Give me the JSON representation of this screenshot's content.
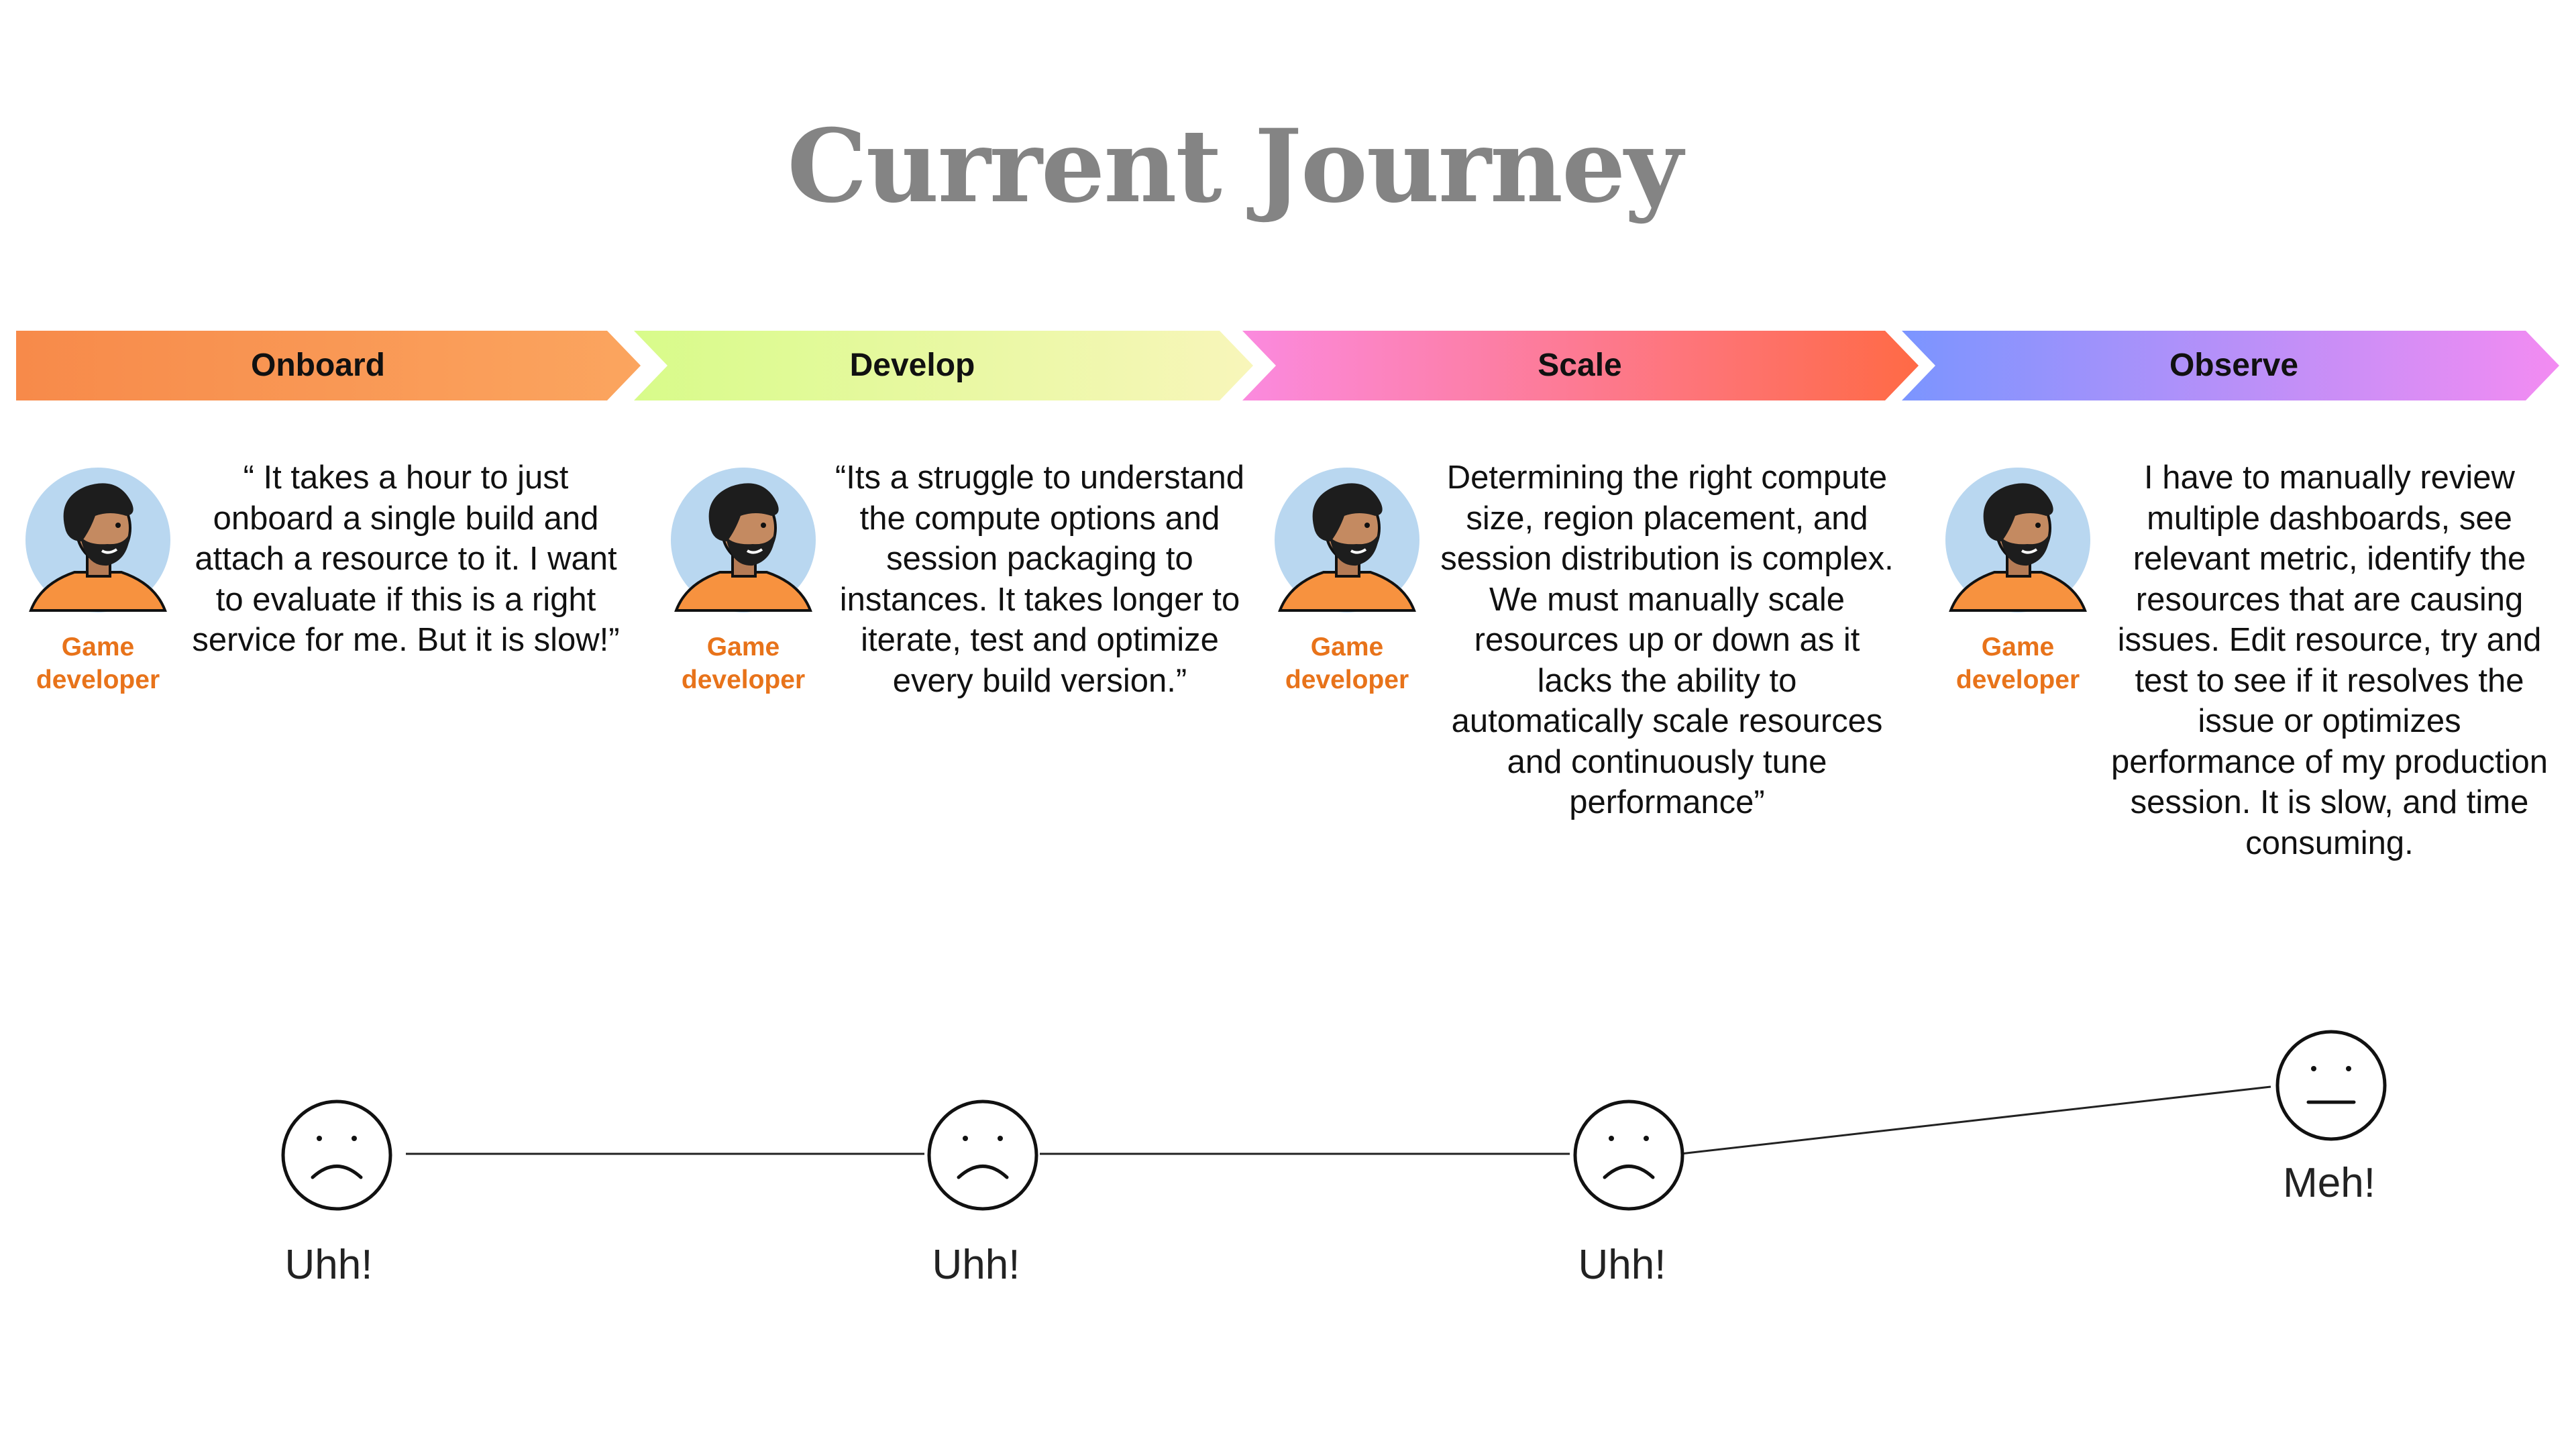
{
  "title": "Current Journey",
  "stages": [
    {
      "label": "Onboard",
      "persona_line1": "Game",
      "persona_line2": "developer",
      "quote": "“ It takes a hour to just onboard a single build and attach a resource to it. I want to evaluate if this is a right service for me. But it is slow!”",
      "sentiment": "Uhh!",
      "face_icon": "frown-face-icon"
    },
    {
      "label": "Develop",
      "persona_line1": "Game",
      "persona_line2": "developer",
      "quote": "“Its a struggle to understand the compute options and session packaging to instances. It takes longer to iterate, test and optimize every build version.”",
      "sentiment": "Uhh!",
      "face_icon": "frown-face-icon"
    },
    {
      "label": "Scale",
      "persona_line1": "Game",
      "persona_line2": "developer",
      "quote": "Determining the right compute size, region placement, and session distribution is complex. We must manually scale resources up or down as it lacks the ability to automatically scale resources and continuously tune performance”",
      "sentiment": "Uhh!",
      "face_icon": "frown-face-icon"
    },
    {
      "label": "Observe",
      "persona_line1": "Game",
      "persona_line2": "developer",
      "quote": "I have to manually review multiple dashboards, see relevant metric, identify the resources that are causing issues. Edit resource, try and test to see if it resolves the issue or optimizes performance of my production session. It is slow, and time consuming.",
      "sentiment": "Meh!",
      "face_icon": "neutral-face-icon"
    }
  ],
  "colors": {
    "title": "#848484",
    "onboard": [
      "#f78a4a",
      "#fba55f"
    ],
    "develop": [
      "#d8fb8a",
      "#f8f6ba"
    ],
    "scale": [
      "#fb8adf",
      "#ff6a45"
    ],
    "observe": [
      "#7b95ff",
      "#f38bf2"
    ],
    "persona": "#e8731a",
    "avatar_bg": "#b9d7f0"
  }
}
